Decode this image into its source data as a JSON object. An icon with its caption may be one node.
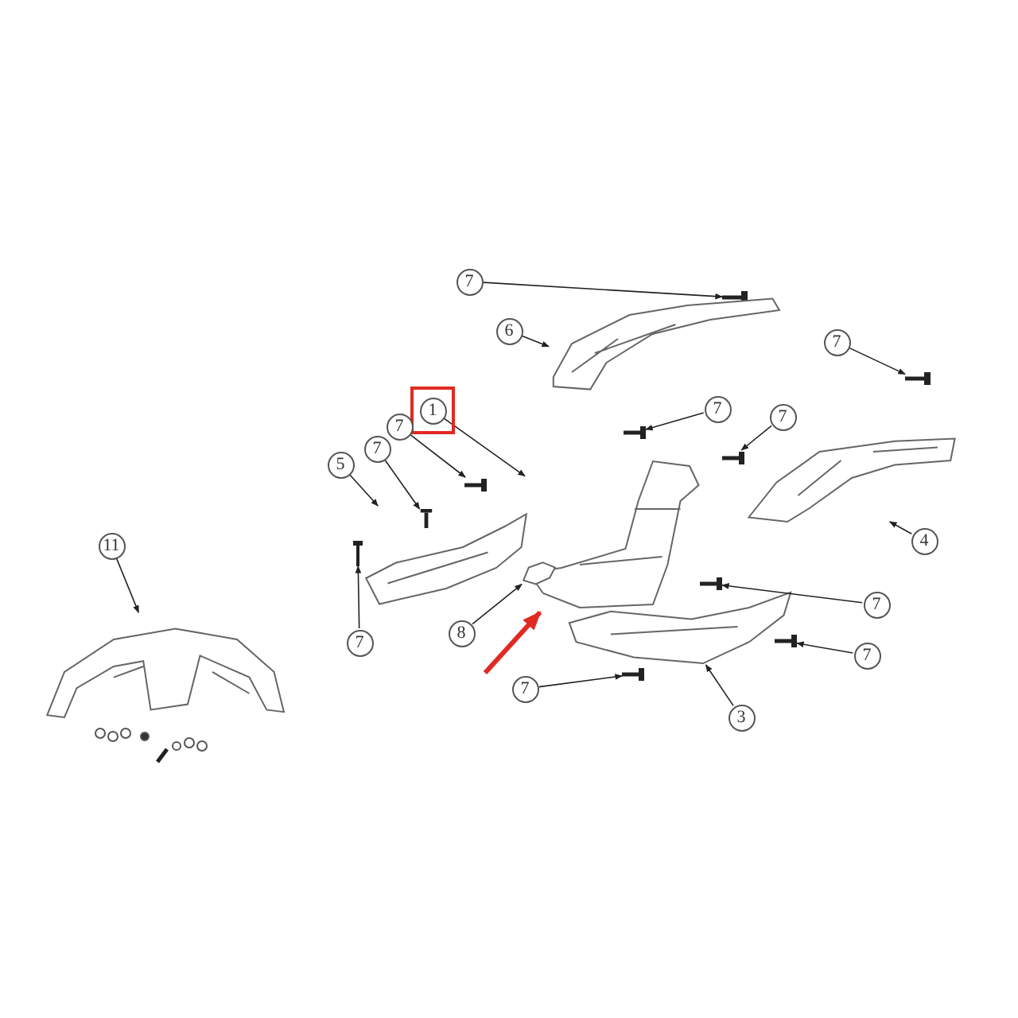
{
  "diagram": {
    "nodes": [
      {
        "text": [
          "7"
        ]
      },
      {
        "text": [],
        "shape": "picture"
      },
      {
        "text": [
          "6"
        ]
      },
      {
        "text": [],
        "shape": "picture"
      },
      {
        "text": [
          "7"
        ]
      },
      {
        "text": [],
        "shape": "picture"
      },
      {
        "text": [
          "7"
        ]
      },
      {
        "text": [],
        "shape": "picture"
      },
      {
        "text": [
          "1"
        ]
      },
      {
        "text": [],
        "shape": "picture"
      },
      {
        "text": [
          "7"
        ]
      },
      {
        "text": [],
        "shape": "picture"
      },
      {
        "text": [
          "7"
        ]
      },
      {
        "text": [],
        "shape": "picture"
      },
      {
        "text": [
          "7"
        ]
      },
      {
        "text": [],
        "shape": "picture"
      },
      {
        "text": [
          "5"
        ]
      },
      {
        "text": [],
        "shape": "picture"
      },
      {
        "text": [
          "4"
        ]
      },
      {
        "text": [],
        "shape": "picture"
      },
      {
        "text": [
          "11"
        ]
      },
      {
        "text": [],
        "shape": "picture"
      },
      {
        "text": [
          "8"
        ]
      },
      {
        "text": [],
        "shape": "picture"
      },
      {
        "text": [
          "7"
        ]
      },
      {
        "text": [],
        "shape": "picture"
      },
      {
        "text": [
          "7"
        ]
      },
      {
        "text": [],
        "shape": "picture"
      },
      {
        "text": [
          "7"
        ]
      },
      {
        "text": [],
        "shape": "picture"
      },
      {
        "text": [
          "7"
        ]
      },
      {
        "text": [],
        "shape": "picture"
      },
      {
        "text": [
          "3"
        ]
      },
      {
        "text": [],
        "shape": "picture"
      }
    ],
    "edges": [
      {
        "from": 0,
        "to": 1,
        "arrow": "to"
      },
      {
        "from": 2,
        "to": 3,
        "arrow": "to"
      },
      {
        "from": 4,
        "to": 5,
        "arrow": "to"
      },
      {
        "from": 6,
        "to": 7,
        "arrow": "to"
      },
      {
        "from": 8,
        "to": 9,
        "arrow": "to"
      },
      {
        "from": 10,
        "to": 11,
        "arrow": "to"
      },
      {
        "from": 12,
        "to": 13,
        "arrow": "to"
      },
      {
        "from": 14,
        "to": 15,
        "arrow": "to"
      },
      {
        "from": 16,
        "to": 17,
        "arrow": "to"
      },
      {
        "from": 18,
        "to": 19,
        "arrow": "to"
      },
      {
        "from": 20,
        "to": 21,
        "arrow": "to"
      },
      {
        "from": 22,
        "to": 23,
        "arrow": "to"
      },
      {
        "from": 24,
        "to": 25,
        "arrow": "to"
      },
      {
        "from": 26,
        "to": 27,
        "arrow": "to"
      },
      {
        "from": 28,
        "to": 29,
        "arrow": "to"
      },
      {
        "from": 30,
        "to": 31,
        "arrow": "to"
      },
      {
        "from": 32,
        "to": 33,
        "arrow": "to"
      },
      {
        "from": null,
        "to": 9,
        "arrow": "to",
        "style": "thick",
        "color": "#e02a22"
      }
    ]
  }
}
